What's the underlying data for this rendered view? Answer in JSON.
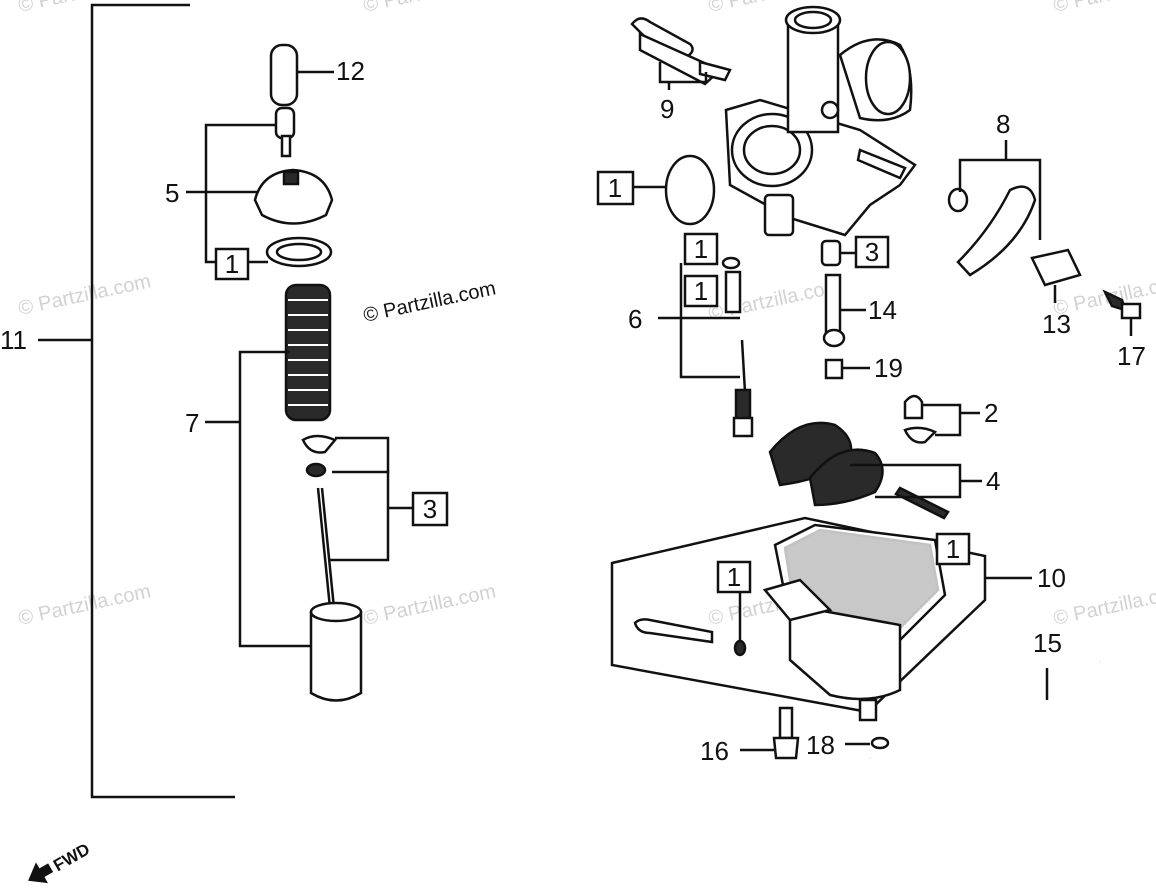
{
  "watermark": {
    "main_text": "© Partzilla.com",
    "repeat_text": "© Partzilla.com"
  },
  "callouts": {
    "c1": "1",
    "c2": "2",
    "c3": "3",
    "c4": "4",
    "c5": "5",
    "c6": "6",
    "c7": "7",
    "c8": "8",
    "c9": "9",
    "c10": "10",
    "c11": "11",
    "c12": "12",
    "c13": "13",
    "c14": "14",
    "c15": "15",
    "c16": "16",
    "c17": "17",
    "c18": "18",
    "c19": "19"
  },
  "boxed_callouts": {
    "b1_left_oring": "1",
    "b3_left_needle": "3",
    "b1_gasket": "1",
    "b1_screw_upper": "1",
    "b1_screw_lower": "1",
    "b3_jet": "3",
    "b1_float_bowl": "1",
    "b1_drain": "1"
  },
  "direction": {
    "label": "FWD"
  },
  "colors": {
    "ink": "#111111",
    "watermark": "#d2d2d2",
    "background": "#ffffff"
  }
}
